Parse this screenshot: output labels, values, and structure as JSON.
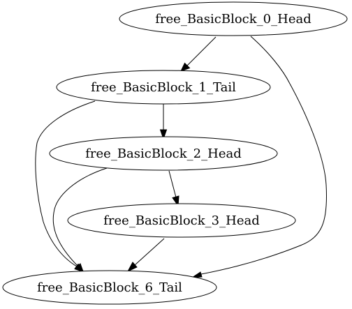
{
  "graph": {
    "nodes": [
      {
        "id": "bb0",
        "label": "free_BasicBlock_0_Head"
      },
      {
        "id": "bb1",
        "label": "free_BasicBlock_1_Tail"
      },
      {
        "id": "bb2",
        "label": "free_BasicBlock_2_Head"
      },
      {
        "id": "bb3",
        "label": "free_BasicBlock_3_Head"
      },
      {
        "id": "bb6",
        "label": "free_BasicBlock_6_Tail"
      }
    ],
    "edges": [
      {
        "from": "bb0",
        "to": "bb1"
      },
      {
        "from": "bb0",
        "to": "bb6"
      },
      {
        "from": "bb1",
        "to": "bb2"
      },
      {
        "from": "bb1",
        "to": "bb6"
      },
      {
        "from": "bb2",
        "to": "bb3"
      },
      {
        "from": "bb2",
        "to": "bb6"
      },
      {
        "from": "bb3",
        "to": "bb6"
      }
    ]
  }
}
